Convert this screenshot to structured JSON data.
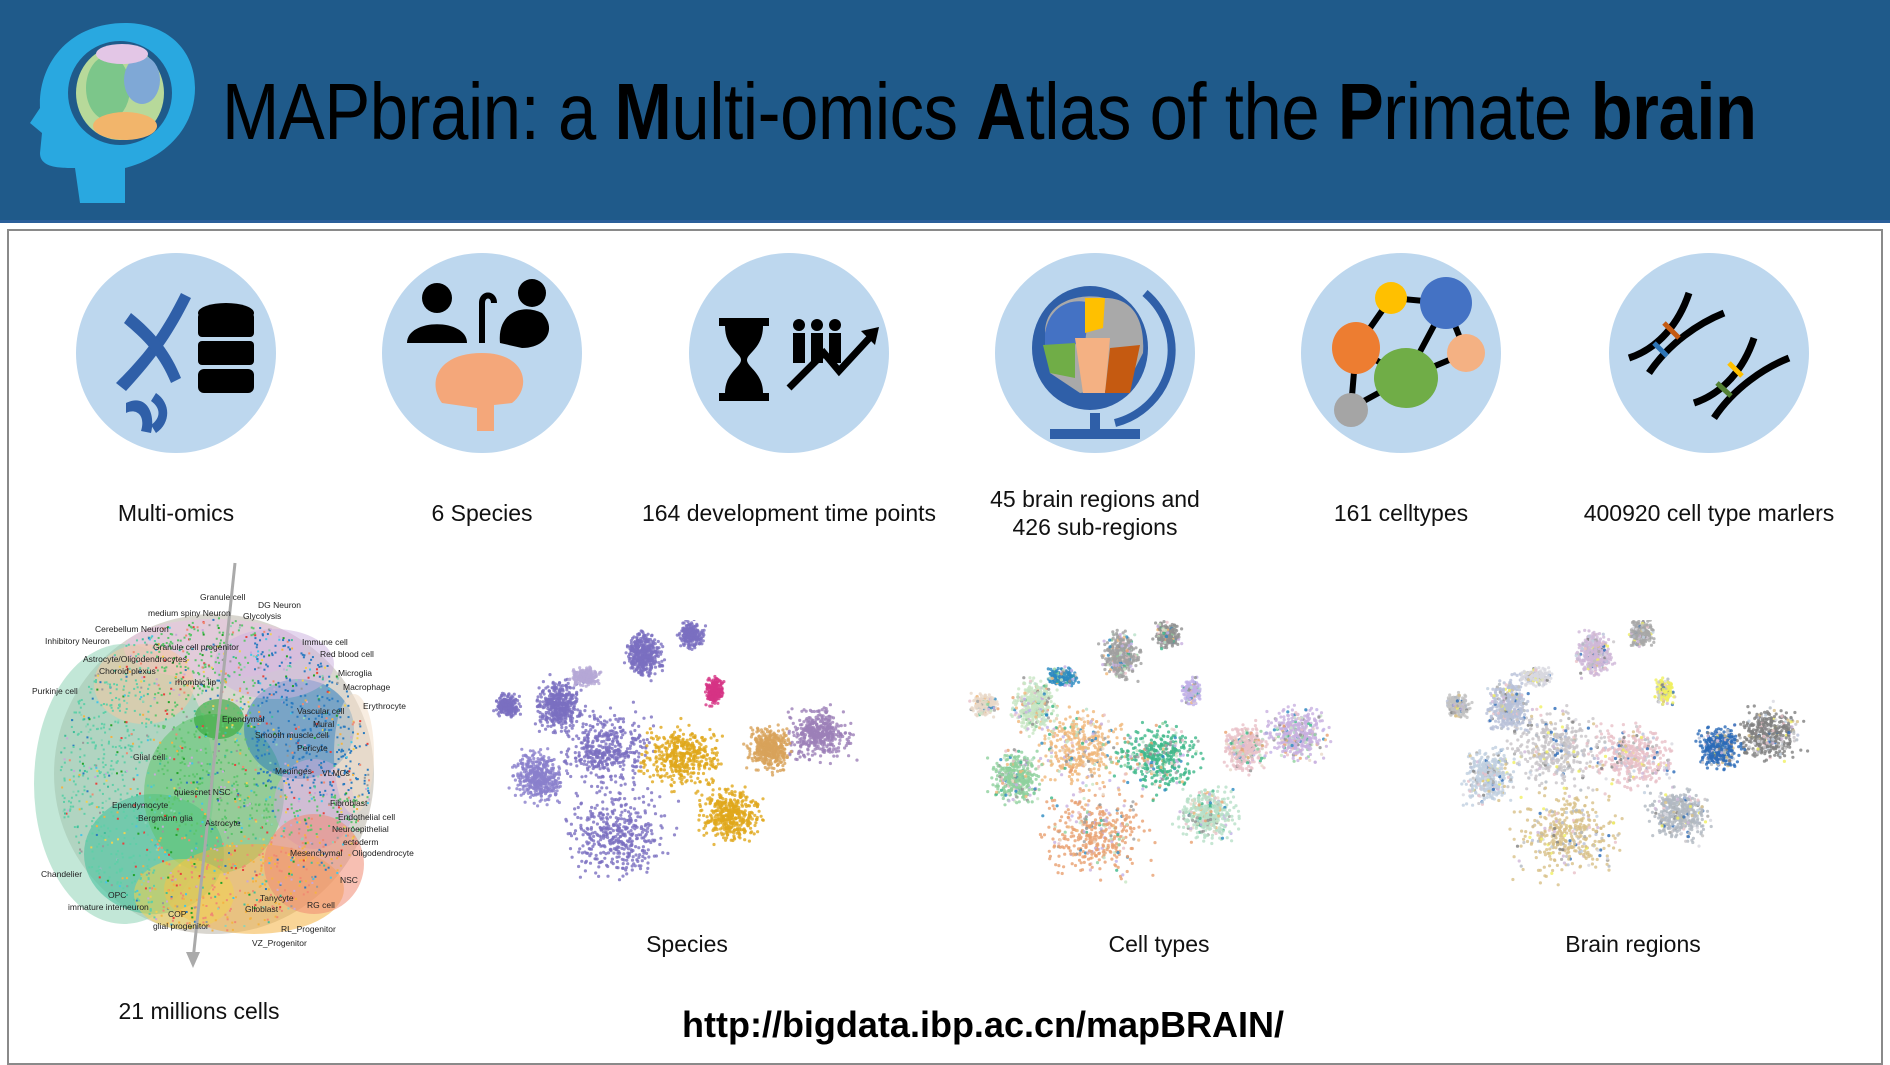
{
  "header": {
    "title_parts": [
      {
        "text": "MAPbrain: a ",
        "bold": false
      },
      {
        "text": "M",
        "bold": true
      },
      {
        "text": "ulti-omics ",
        "bold": false
      },
      {
        "text": "A",
        "bold": true
      },
      {
        "text": "tlas of the ",
        "bold": false
      },
      {
        "text": "P",
        "bold": true
      },
      {
        "text": "rimate ",
        "bold": false
      },
      {
        "text": "brain",
        "bold": true
      }
    ],
    "logo_icon": "head-with-brain-globe-icon"
  },
  "features": [
    {
      "label": "Multi-omics",
      "icon": "dna-database-icon"
    },
    {
      "label": "6 Species",
      "icon": "human-monkey-brain-icon"
    },
    {
      "label": "164 development time points",
      "icon": "hourglass-growth-icon"
    },
    {
      "label": "45 brain regions and\n426 sub-regions",
      "label_line1": "45 brain regions and",
      "label_line2": "426 sub-regions",
      "icon": "brain-globe-icon"
    },
    {
      "label": "161 celltypes",
      "icon": "network-nodes-icon"
    },
    {
      "label": "400920 cell type marlers",
      "icon": "dna-markers-icon"
    }
  ],
  "globe": {
    "caption": "21 millions cells",
    "labels": [
      "Granule cell",
      "DG Neuron",
      "medium spiny Neuron",
      "Glycolysis",
      "Inhibitory Neuron",
      "Cerebellum Neuron",
      "Granule cell progenitor",
      "Immune cell",
      "Red blood cell",
      "Astrocyte/Oligodendrocytes",
      "Choroid plexus",
      "rhombic lip",
      "Microglia",
      "Macrophage",
      "Purkinje cell",
      "Erythrocyte",
      "Ependymal",
      "Vascular cell",
      "Mural",
      "Smooth muscle cell",
      "Pericyte",
      "Glial cell",
      "Meninges",
      "VLMCs",
      "quiescnet NSC",
      "Ependymocyte",
      "Fibroblast",
      "Bergmann glia",
      "Astrocyte",
      "Endothelial cell",
      "Neuroepithelial",
      "ectoderm",
      "Mesenchymal",
      "Oligodendrocyte",
      "Chandelier",
      "NSC",
      "OPC",
      "immature interneuron",
      "Tanycyte",
      "Glioblast",
      "RG cell",
      "COP",
      "glial progenitor",
      "RL_Progenitor",
      "VZ_Progenitor"
    ]
  },
  "umaps": [
    {
      "label": "Species"
    },
    {
      "label": "Cell types"
    },
    {
      "label": "Brain regions"
    }
  ],
  "footer": {
    "url": "http://bigdata.ibp.ac.cn/mapBRAIN/"
  },
  "colors": {
    "header_bg": "#1f5a8a",
    "circle_bg": "#bdd7ee",
    "logo_blue": "#29a8e0"
  }
}
